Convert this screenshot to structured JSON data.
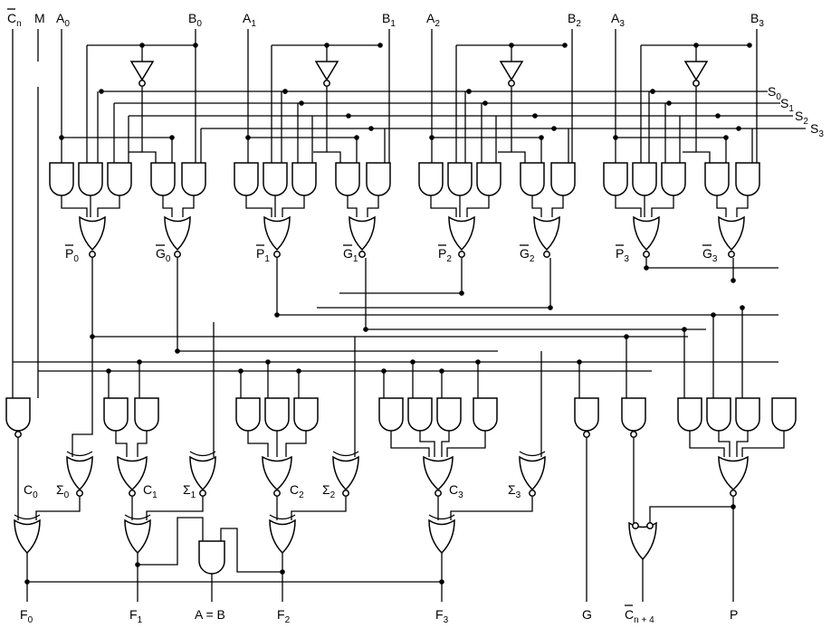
{
  "inputs": {
    "cn": {
      "main": "C",
      "sub": "n"
    },
    "m": "M",
    "a0": {
      "main": "A",
      "sub": "0"
    },
    "b0": {
      "main": "B",
      "sub": "0"
    },
    "a1": {
      "main": "A",
      "sub": "1"
    },
    "b1": {
      "main": "B",
      "sub": "1"
    },
    "a2": {
      "main": "A",
      "sub": "2"
    },
    "b2": {
      "main": "B",
      "sub": "2"
    },
    "a3": {
      "main": "A",
      "sub": "3"
    },
    "b3": {
      "main": "B",
      "sub": "3"
    },
    "s0": {
      "main": "S",
      "sub": "0"
    },
    "s1": {
      "main": "S",
      "sub": "1"
    },
    "s2": {
      "main": "S",
      "sub": "2"
    },
    "s3": {
      "main": "S",
      "sub": "3"
    }
  },
  "internal": {
    "p0": {
      "main": "P",
      "sub": "0"
    },
    "g0": {
      "main": "G",
      "sub": "0"
    },
    "p1": {
      "main": "P",
      "sub": "1"
    },
    "g1": {
      "main": "G",
      "sub": "1"
    },
    "p2": {
      "main": "P",
      "sub": "2"
    },
    "g2": {
      "main": "G",
      "sub": "2"
    },
    "p3": {
      "main": "P",
      "sub": "3"
    },
    "g3": {
      "main": "G",
      "sub": "3"
    },
    "c0": {
      "main": "C",
      "sub": "0"
    },
    "c1": {
      "main": "C",
      "sub": "1"
    },
    "c2": {
      "main": "C",
      "sub": "2"
    },
    "c3": {
      "main": "C",
      "sub": "3"
    },
    "sig0": {
      "main": "Σ",
      "sub": "0"
    },
    "sig1": {
      "main": "Σ",
      "sub": "1"
    },
    "sig2": {
      "main": "Σ",
      "sub": "2"
    },
    "sig3": {
      "main": "Σ",
      "sub": "3"
    }
  },
  "outputs": {
    "f0": {
      "main": "F",
      "sub": "0"
    },
    "f1": {
      "main": "F",
      "sub": "1"
    },
    "aeqb": "A = B",
    "f2": {
      "main": "F",
      "sub": "2"
    },
    "f3": {
      "main": "F",
      "sub": "3"
    },
    "g": "G",
    "cn4": {
      "main": "C",
      "sub": "n + 4"
    },
    "p": "P"
  }
}
